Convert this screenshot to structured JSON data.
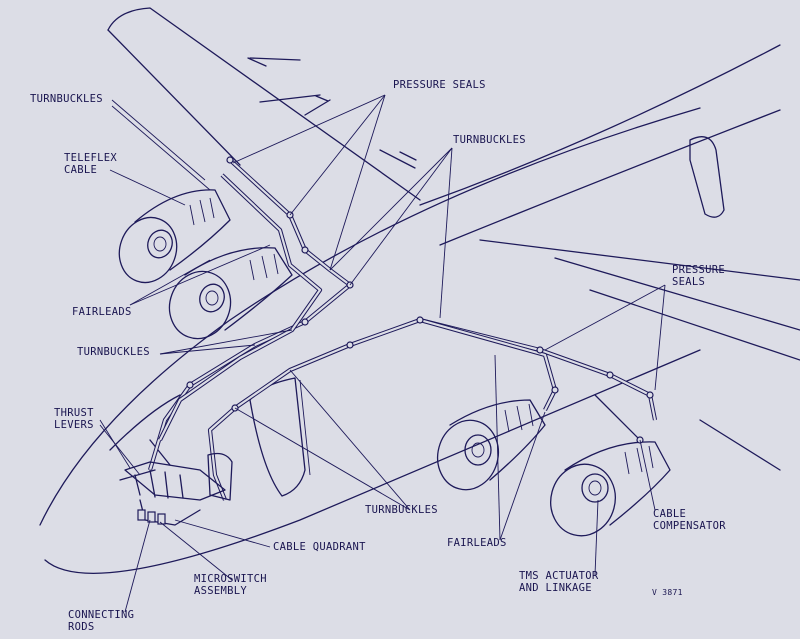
{
  "labels": {
    "turnbuckles_top": "TURNBUCKLES",
    "pressure_seals_top": "PRESSURE SEALS",
    "teleflex_cable": "TELEFLEX\nCABLE",
    "turnbuckles_mid": "TURNBUCKLES",
    "fairleads_left": "FAIRLEADS",
    "turnbuckles_left": "TURNBUCKLES",
    "pressure_seals_right": "PRESSURE\nSEALS",
    "thrust_levers": "THRUST\nLEVERS",
    "turnbuckles_bottom": "TURNBUCKLES",
    "cable_compensator": "CABLE\nCOMPENSATOR",
    "cable_quadrant": "CABLE QUADRANT",
    "fairleads_bottom": "FAIRLEADS",
    "microswitch_assembly": "MICROSWITCH\nASSEMBLY",
    "tms_actuator": "TMS ACTUATOR\nAND LINKAGE",
    "connecting_rods": "CONNECTING\nRODS",
    "drawing_ref": "V 3871"
  },
  "colors": {
    "paper": "#dcdde6",
    "ink": "#1e1a5a"
  }
}
